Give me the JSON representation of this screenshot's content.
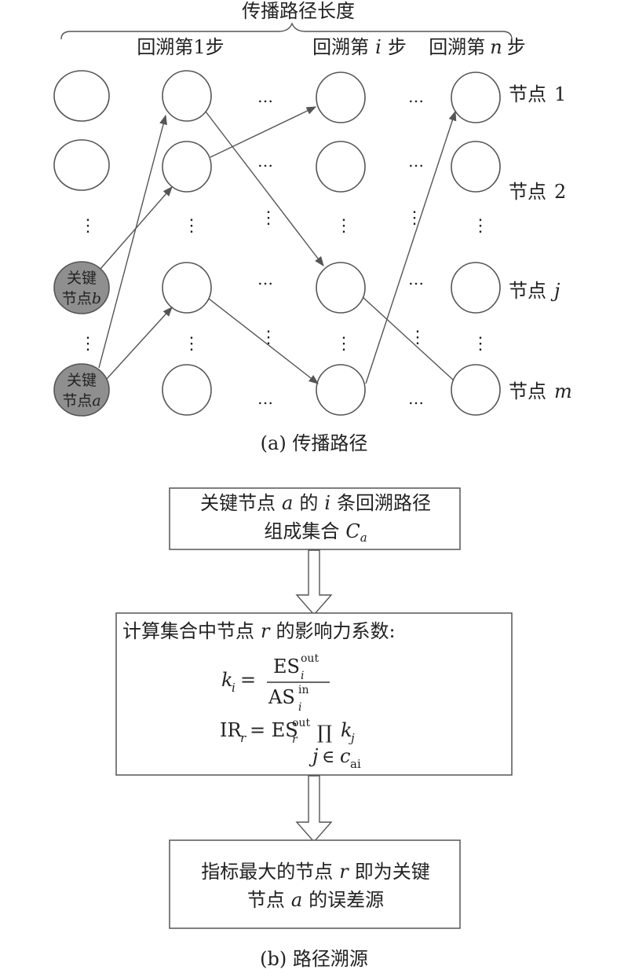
{
  "part_a": {
    "top_label": "传播路径长度",
    "step_labels": {
      "step1": "回溯第1步",
      "stepi_pre": "回溯第",
      "stepi_var": "i",
      "stepi_post": "步",
      "stepn_pre": "回溯第",
      "stepn_var": "n",
      "stepn_post": "步"
    },
    "node_labels": {
      "n1_pre": "节点",
      "n1_var": "1",
      "n2_pre": "节点",
      "n2_var": "2",
      "nj_pre": "节点",
      "nj_var": "j",
      "nm_pre": "节点",
      "nm_var": "m"
    },
    "key_nodes": {
      "b_line1": "关键",
      "b_line2_pre": "节点",
      "b_line2_var": "b",
      "a_line1": "关键",
      "a_line2_pre": "节点",
      "a_line2_var": "a"
    },
    "ellipsis": "…",
    "vdots": "⋮",
    "caption": "(a) 传播路径"
  },
  "part_b": {
    "box1": {
      "line1_a": "关键节点",
      "line1_var_a": "a",
      "line1_b": "的",
      "line1_var_i": "i",
      "line1_c": "条回溯路径",
      "line2_a": "组成集合",
      "line2_var": "C",
      "line2_sub": "a"
    },
    "box2": {
      "heading_a": "计算集合中节点",
      "heading_var": "r",
      "heading_b": "的影响力系数:",
      "f1_lhs": "k",
      "f1_lhs_sub": "i",
      "f1_eq": "=",
      "f1_num": "ES",
      "f1_num_sup": "out",
      "f1_num_sub": "i",
      "f1_den": "AS",
      "f1_den_sup": "in",
      "f1_den_sub": "i",
      "f2_lhs": "IR",
      "f2_lhs_sub": "r",
      "f2_eq": "= ES",
      "f2_sup": "out",
      "f2_sub": "r",
      "f2_prod": "∏",
      "f2_k": "k",
      "f2_k_sub": "j",
      "f2_under_j": "j",
      "f2_under_in": "∈",
      "f2_under_c": "c",
      "f2_under_sub": "ai"
    },
    "box3": {
      "line1_a": "指标最大的节点",
      "line1_var": "r",
      "line1_b": "即为关键",
      "line2_a": "节点",
      "line2_var": "a",
      "line2_b": "的误差源"
    },
    "caption": "(b) 路径溯源"
  }
}
